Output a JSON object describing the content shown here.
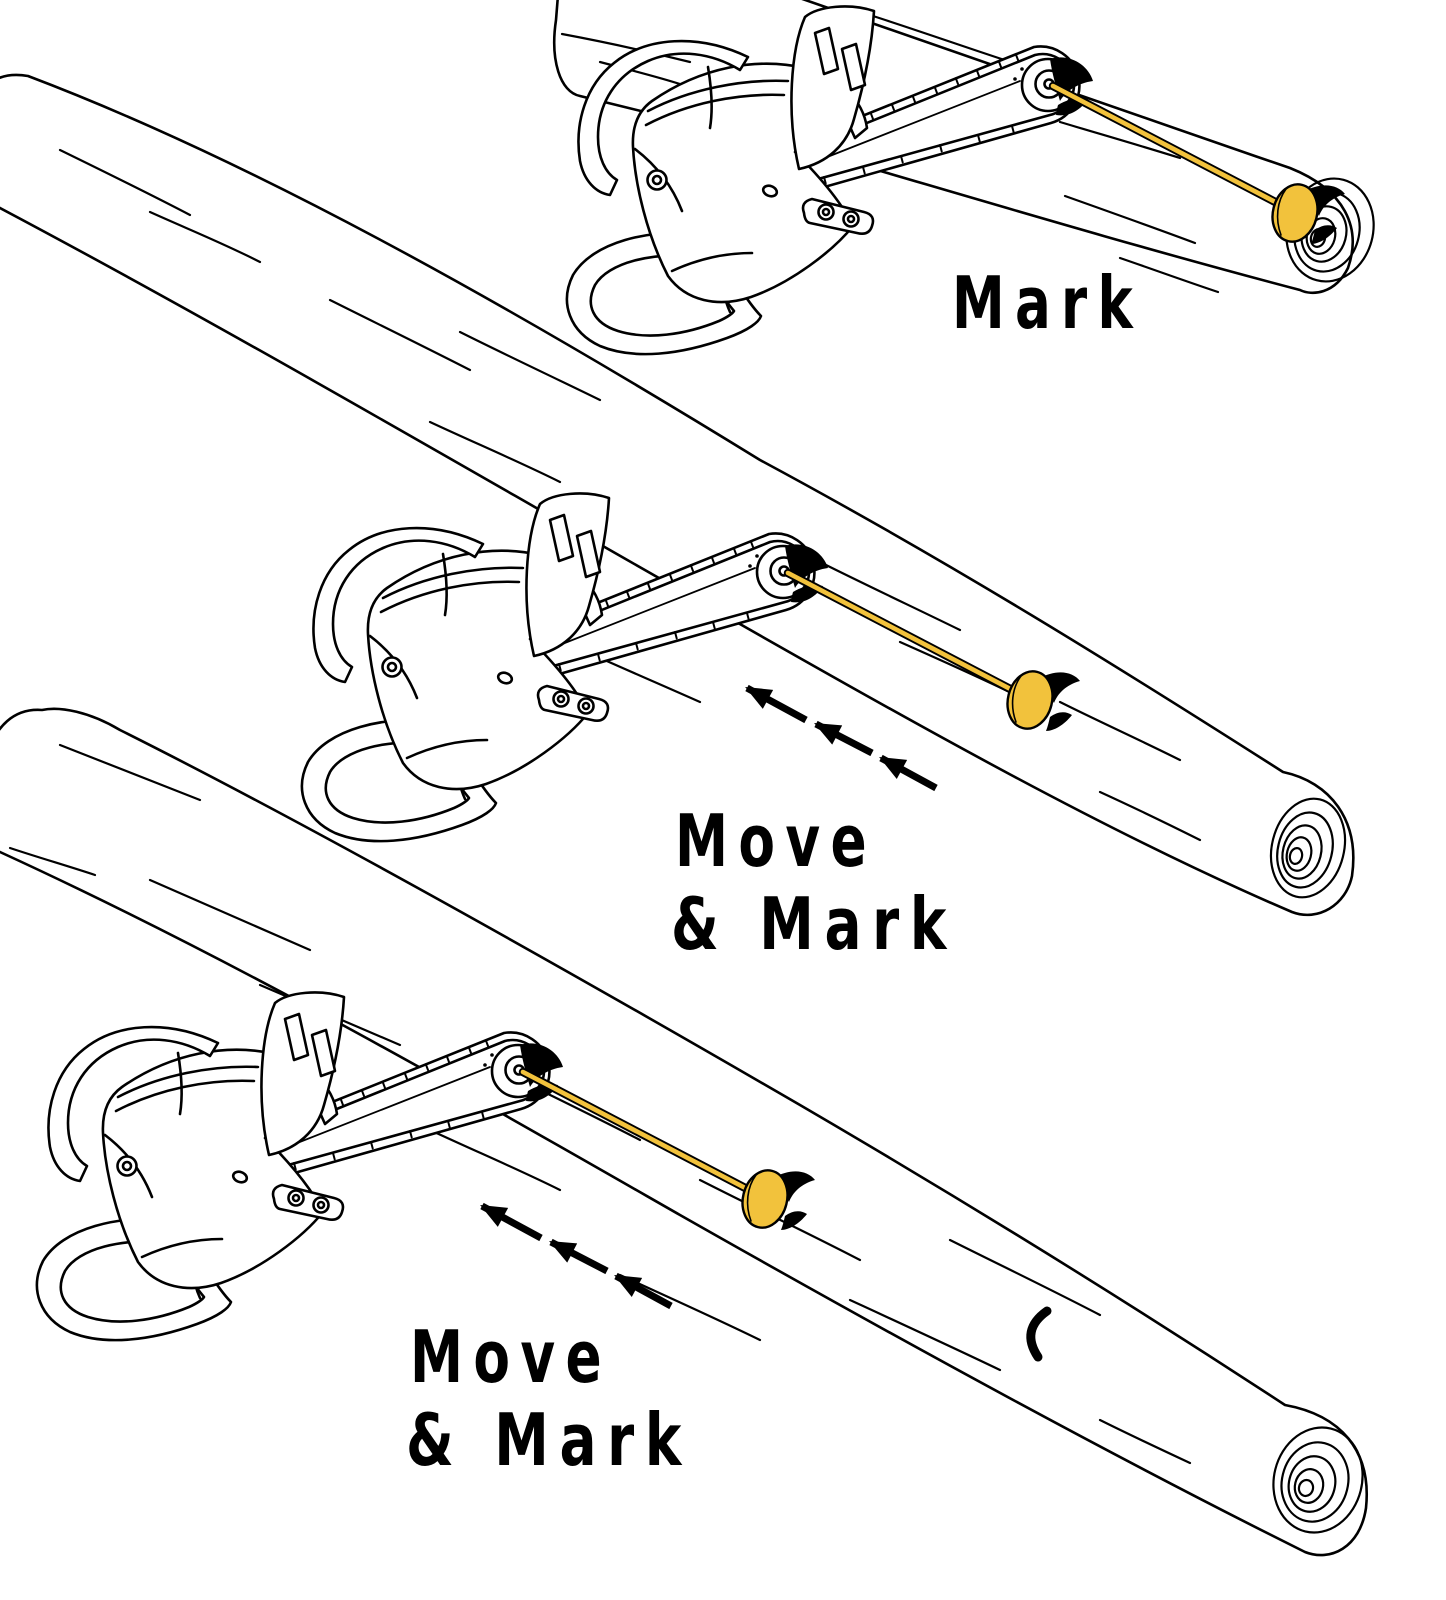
{
  "diagram": {
    "description": "Instructional illustration: using a tape anchored at the chainsaw guide-bar nose to measure a log, mark it, then repeatedly move along the log and mark again",
    "steps": [
      {
        "label": "Mark"
      },
      {
        "line1": "Move",
        "line2": "& Mark"
      },
      {
        "line1": "Move",
        "line2": "& Mark"
      }
    ],
    "illustrations": {
      "chainsaw": "line-art chainsaw with wrap handle, hand guard, guide bar and chain",
      "log": "line-art log with bark grain lines and growth-ring end face",
      "tape": "yellow measuring line from bar-nose sprocket to a disc marker",
      "disc_marker": "yellow oval disc marker with black clip wings",
      "move_arrows": "three dashed black arrows pointing toward the saw (direction of movement)",
      "previous_mark": "small black crescent mark left on the log surface"
    },
    "colors": {
      "line_black": "#000000",
      "tape_yellow": "#F2C23C",
      "paper_white": "#FFFFFF"
    }
  }
}
